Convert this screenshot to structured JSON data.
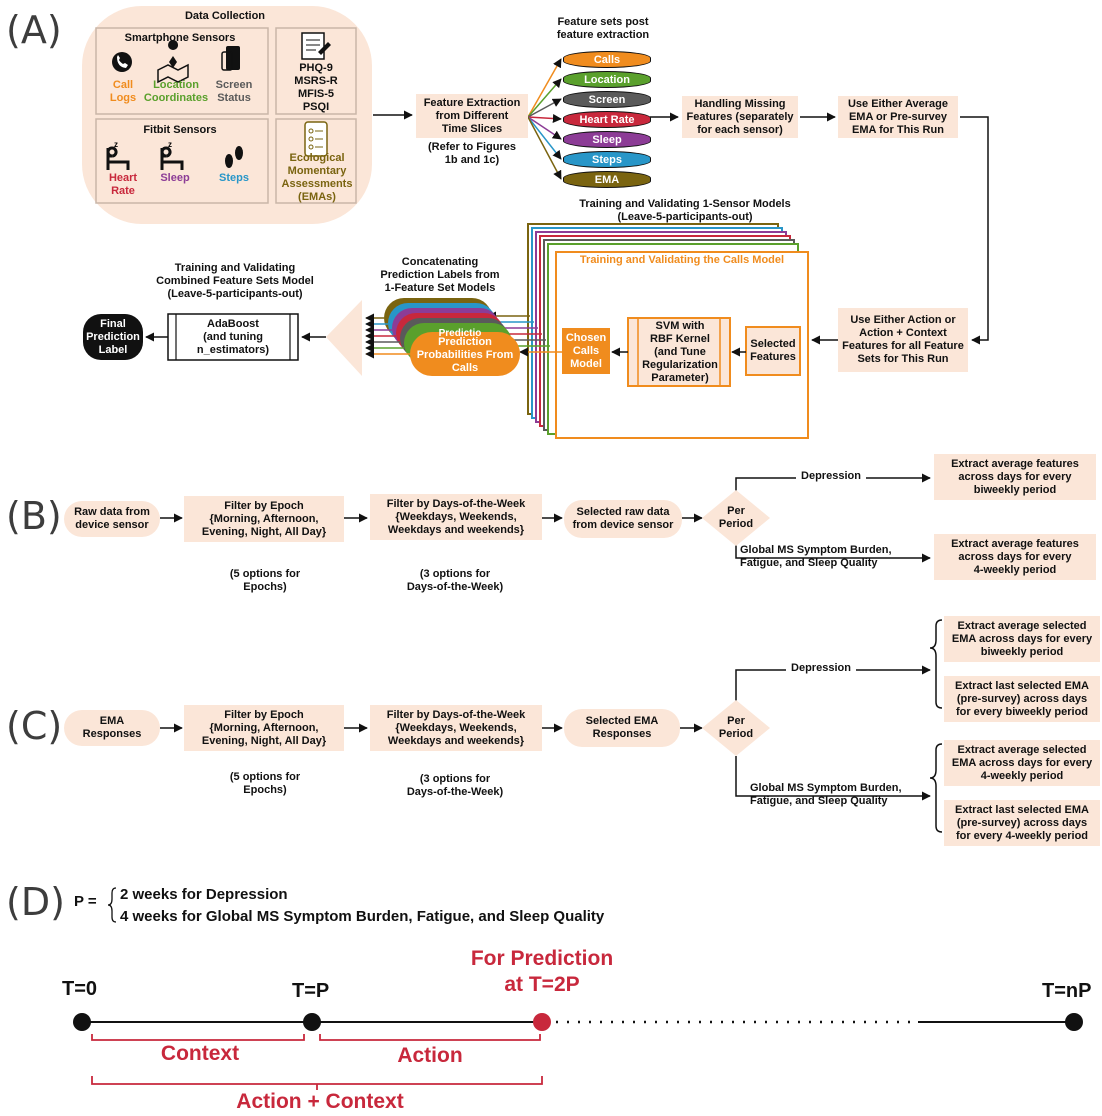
{
  "panel_labels": {
    "a": "(A)",
    "b": "(B)",
    "c": "(C)",
    "d": "(D)"
  },
  "colors": {
    "box_fill": "#fbe6d8",
    "calls": "#f08c1e",
    "location": "#5aa02c",
    "screen": "#5a5a5a",
    "heart_rate": "#c8283c",
    "sleep": "#8c3c96",
    "steps": "#2896c8",
    "ema": "#7a6410",
    "timeline_red": "#c8283c"
  },
  "panel_a": {
    "data_collection": "Data Collection",
    "smartphone_sensors": "Smartphone Sensors",
    "fitbit_sensors": "Fitbit Sensors",
    "sensors": {
      "call_logs": "Call\nLogs",
      "location": "Location\nCoordinates",
      "screen": "Screen\nStatus",
      "heart_rate": "Heart\nRate",
      "sleep": "Sleep",
      "steps": "Steps"
    },
    "surveys": "PHQ-9\nMSRS-R\nMFIS-5\nPSQI",
    "ema": "Ecological\nMomentary\nAssessments\n(EMAs)",
    "feature_extraction": "Feature Extraction\nfrom Different\nTime Slices",
    "refer": "(Refer to Figures\n1b and 1c)",
    "feature_sets_title": "Feature sets post\nfeature extraction",
    "feature_sets": [
      "Calls",
      "Location",
      "Screen",
      "Heart Rate",
      "Sleep",
      "Steps",
      "EMA"
    ],
    "handling_missing": "Handling Missing\nFeatures (separately\nfor each sensor)",
    "use_either_ema": "Use Either Average\nEMA or Pre-survey\nEMA for This Run",
    "use_either_action": "Use Either Action or\nAction + Context\nFeatures for all Feature\nSets for This Run",
    "training_1sensor": "Training and Validating 1-Sensor Models\n(Leave-5-participants-out)",
    "calls_model_title": "Training and Validating the Calls Model",
    "selected_features": "Selected\nFeatures",
    "svm": "SVM with\nRBF Kernel\n(and Tune\nRegularization\nParameter)",
    "chosen_calls": "Chosen\nCalls\nModel",
    "prediction_probs": "Prediction\nProbabilities From\nCalls",
    "prediction_back": "Predictio",
    "concatenating": "Concatenating\nPrediction Labels from\n1-Feature Set Models",
    "training_combined": "Training and Validating\nCombined Feature Sets Model\n(Leave-5-participants-out)",
    "adaboost": "AdaBoost\n(and tuning\nn_estimators)",
    "final_label": "Final\nPrediction\nLabel"
  },
  "panel_b": {
    "raw_data": "Raw data from\ndevice sensor",
    "filter_epoch": "Filter by Epoch\n{Morning, Afternoon,\nEvening, Night, All Day}",
    "epoch_options": "(5 options for\nEpochs)",
    "filter_days": "Filter by Days-of-the-Week\n{Weekdays, Weekends,\nWeekdays and weekends}",
    "days_options": "(3 options for\nDays-of-the-Week)",
    "selected_raw": "Selected raw data\nfrom device sensor",
    "per_period": "Per\nPeriod",
    "depression": "Depression",
    "global": "Global MS Symptom Burden,\nFatigue, and Sleep Quality",
    "extract_biweekly": "Extract average features\nacross days for every\nbiweekly period",
    "extract_4weekly": "Extract average features\nacross days for every\n4-weekly period"
  },
  "panel_c": {
    "ema_responses": "EMA\nResponses",
    "filter_epoch": "Filter by Epoch\n{Morning, Afternoon,\nEvening, Night, All Day}",
    "epoch_options": "(5 options for\nEpochs)",
    "filter_days": "Filter by Days-of-the-Week\n{Weekdays, Weekends,\nWeekdays and weekends}",
    "days_options": "(3 options for\nDays-of-the-Week)",
    "selected_ema": "Selected EMA\nResponses",
    "per_period": "Per\nPeriod",
    "depression": "Depression",
    "global": "Global MS Symptom Burden,\nFatigue, and Sleep Quality",
    "avg_biweekly": "Extract average selected\nEMA across days for every\nbiweekly period",
    "last_biweekly": "Extract last selected EMA\n(pre-survey) across days\nfor every biweekly period",
    "avg_4weekly": "Extract average selected\nEMA across days for every\n4-weekly period",
    "last_4weekly": "Extract last selected EMA\n(pre-survey) across days\nfor every 4-weekly period"
  },
  "panel_d": {
    "p_equals": "P =",
    "p_depression": "2 weeks for Depression",
    "p_global": "4 weeks for Global MS Symptom Burden, Fatigue, and Sleep Quality",
    "t0": "T=0",
    "tp": "T=P",
    "for_prediction": "For Prediction\nat T=2P",
    "tnp": "T=nP",
    "context": "Context",
    "action": "Action",
    "action_context": "Action + Context"
  }
}
